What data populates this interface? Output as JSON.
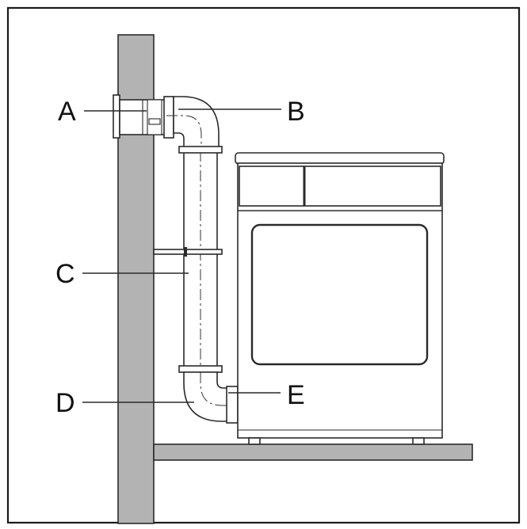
{
  "labels": {
    "a": "A",
    "b": "B",
    "c": "C",
    "d": "D",
    "e": "E"
  },
  "colors": {
    "wall": "#b3b3b3",
    "floor": "#b3b3b3",
    "pipe": "#ffffff",
    "outline": "#2a2a2a",
    "frame": "#1a1a1a"
  }
}
